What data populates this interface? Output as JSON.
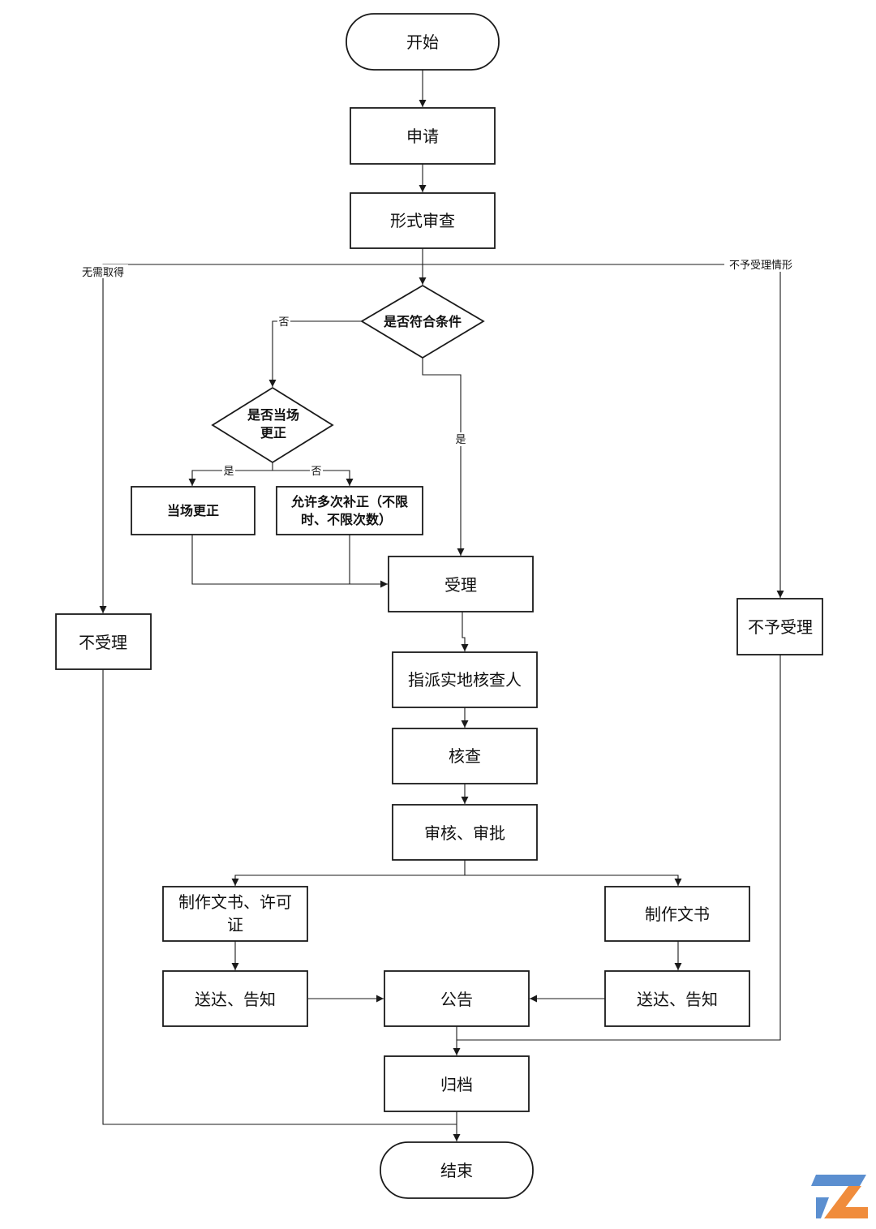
{
  "nodes": {
    "start": "开始",
    "apply": "申请",
    "formal_review": "形式审查",
    "decision_eligible": "是否符合条件",
    "decision_onsite_line1": "是否当场",
    "decision_onsite_line2": "更正",
    "correct_onsite": "当场更正",
    "allow_multiple_line1": "允许多次补正（不限",
    "allow_multiple_line2": "时、不限次数）",
    "accept": "受理",
    "assign_inspector": "指派实地核查人",
    "inspect": "核查",
    "review_approve": "审核、审批",
    "make_doc_license_line1": "制作文书、许可",
    "make_doc_license_line2": "证",
    "make_doc": "制作文书",
    "deliver_left": "送达、告知",
    "announce": "公告",
    "deliver_right": "送达、告知",
    "archive": "归档",
    "end": "结束",
    "not_accept": "不受理",
    "not_accept_right": "不予受理"
  },
  "edge_labels": {
    "no_need": "无需取得",
    "not_accept_case": "不予受理情形",
    "no_eligible": "否",
    "yes_eligible": "是",
    "yes_onsite": "是",
    "no_onsite": "否"
  },
  "colors": {
    "stroke": "#1a1a1a",
    "background": "#ffffff",
    "logo_blue": "#5b8fd0",
    "logo_orange": "#f08c3c"
  }
}
